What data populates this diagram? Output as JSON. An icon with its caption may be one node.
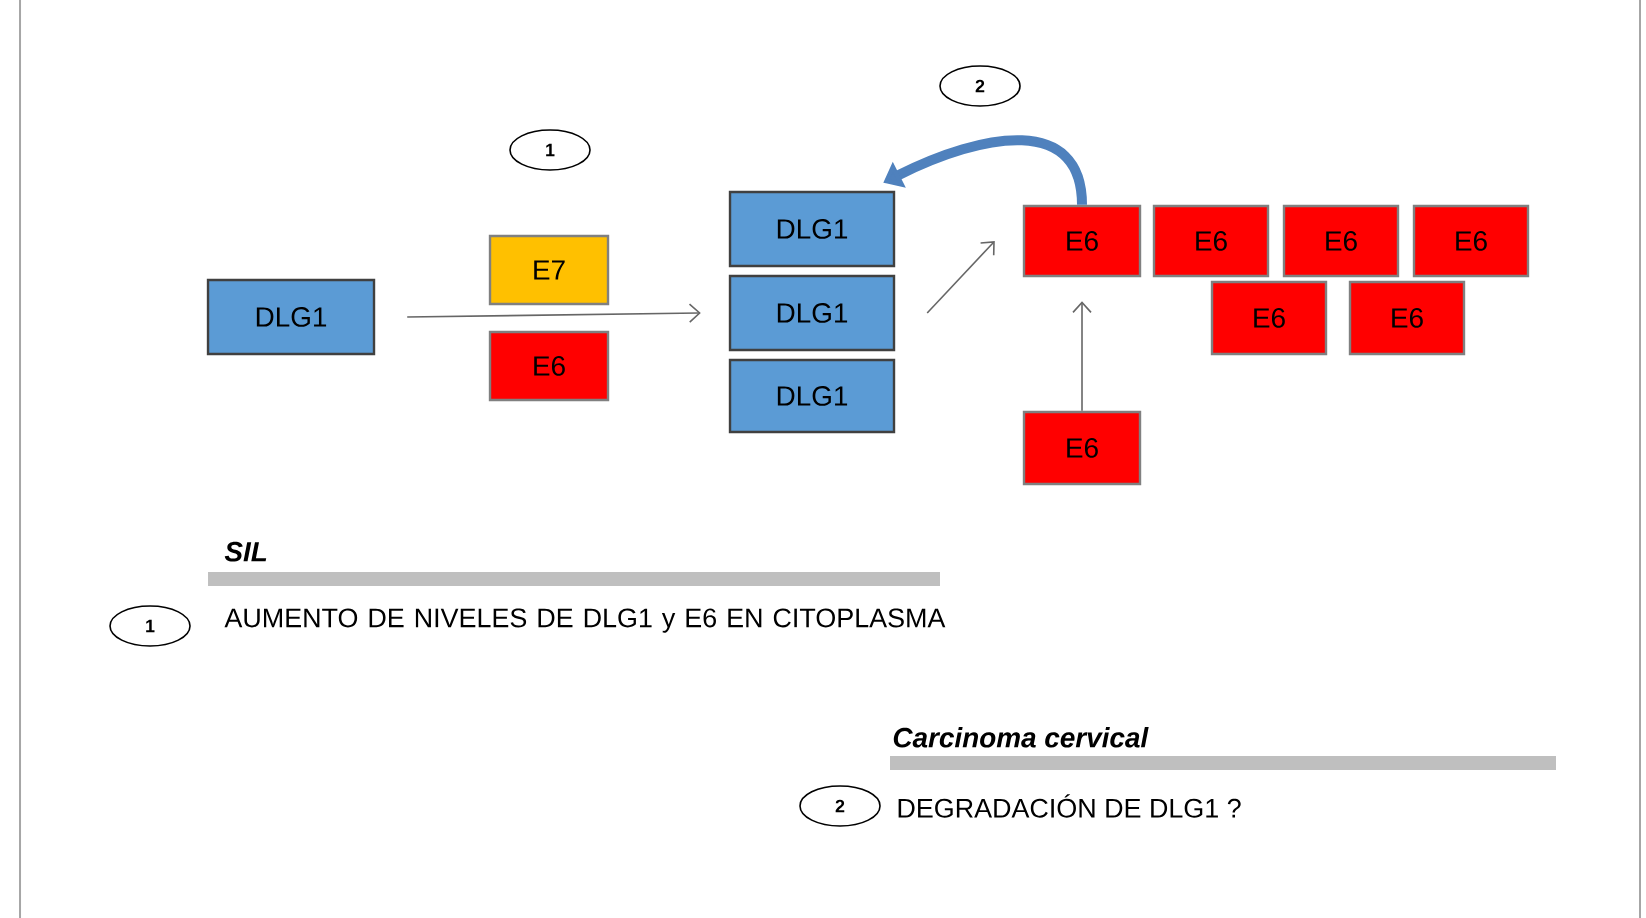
{
  "diagram": {
    "nodes": [
      {
        "text": [
          "DLG1"
        ]
      },
      {
        "text": [
          "E7"
        ]
      },
      {
        "text": [
          "E6"
        ]
      },
      {
        "text": [
          "DLG1"
        ]
      },
      {
        "text": [
          "DLG1"
        ]
      },
      {
        "text": [
          "DLG1"
        ]
      },
      {
        "text": [
          "E6"
        ]
      },
      {
        "text": [
          "E6"
        ]
      },
      {
        "text": [
          "E6"
        ]
      },
      {
        "text": [
          "E6"
        ]
      },
      {
        "text": [
          "E6"
        ]
      },
      {
        "text": [
          "E6"
        ]
      },
      {
        "text": [
          "E6"
        ]
      },
      {
        "text": [
          "2"
        ]
      },
      {
        "text": [
          "1"
        ]
      },
      {
        "text": [
          "1"
        ]
      },
      {
        "text": [
          "2"
        ]
      }
    ],
    "edges": [
      {
        "from": 0,
        "to": 4,
        "arrow": "to"
      },
      {
        "from": 4,
        "to": 6,
        "arrow": "to"
      },
      {
        "from": 12,
        "to": 6,
        "arrow": "to"
      },
      {
        "from": 6,
        "to": 3,
        "arrow": "to",
        "style": "thick",
        "color": "#4f81bd"
      }
    ],
    "labels": [
      "SIL",
      "AUMENTO DE NIVELES DE DLG1 y E6 EN CITOPLASMA",
      "Carcinoma cervical",
      "DEGRADACIÓN DE DLG1 ?"
    ]
  }
}
